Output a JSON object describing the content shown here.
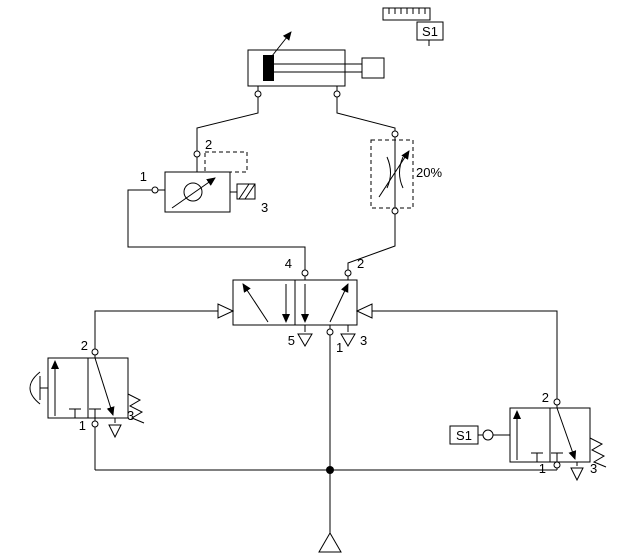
{
  "colors": {
    "line": "#000000",
    "background": "#ffffff"
  },
  "distance_rule": {
    "marker_label": "S1"
  },
  "quick_exhaust_valve": {
    "port_out": "2",
    "port_in": "1",
    "port_exhaust": "3"
  },
  "flow_control_valve": {
    "setting": "20%"
  },
  "main_valve_5_2": {
    "port_4": "4",
    "port_2": "2",
    "port_5": "5",
    "port_1": "1",
    "port_3": "3"
  },
  "button_valve_3_2": {
    "port_2": "2",
    "port_1": "1",
    "port_3": "3"
  },
  "roller_valve_3_2": {
    "actuator_label": "S1",
    "port_2": "2",
    "port_1": "1",
    "port_3": "3"
  }
}
